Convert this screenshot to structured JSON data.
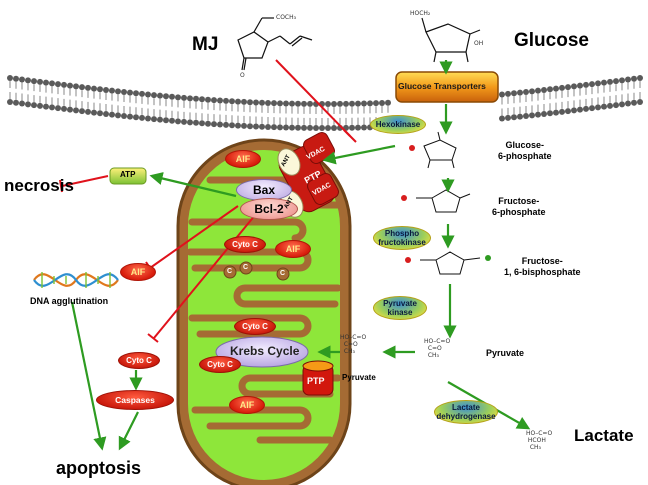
{
  "labels": {
    "mj": "MJ",
    "glucose_title": "Glucose",
    "glucose_transporters": "Glucose Transporters",
    "hexokinase": "Hexokinase",
    "glucose_6_phosphate": "Glucose-\n6-phosphate",
    "fructose_6_phosphate": "Fructose-\n6-phosphate",
    "phospho_fructokinase": "Phospho\nfructokinase",
    "fructose_16_bisphosphate": "Fructose-\n1, 6-bisphosphate",
    "pyruvate_kinase": "Pyruvate\nkinase",
    "pyruvate_right": "Pyruvate",
    "pyruvate_mito": "Pyruvate",
    "lactate_dehydrogenase": "Lactate\ndehydrogenase",
    "lactate": "Lactate",
    "necrosis": "necrosis",
    "atp": "ATP",
    "dna_agglutination": "DNA agglutination",
    "aif": "AIF",
    "cyto_c": "Cyto C",
    "caspases": "Caspases",
    "apoptosis": "apoptosis",
    "bax": "Bax",
    "bcl2": "Bcl-2",
    "vdac": "VDAC",
    "ptp": "PTP",
    "ant": "ANT",
    "krebs_cycle": "Krebs Cycle",
    "c": "C"
  },
  "molecule_text": {
    "mj_cooch3": "COCH₃",
    "mj_o": "O",
    "glucose_hoch2": "HOCH₂",
    "glucose_oh": "OH",
    "pyruvate_struct": "HO–C=O\n  C=O\n  CH₃",
    "lactate_struct": "HO–C=O\n HCOH\n  CH₃"
  },
  "colors": {
    "arrow_green": "#2e9b21",
    "inhibit_red": "#e0121c",
    "mito_outer": "#8a5a2c",
    "mito_inner": "#8ee63a",
    "aif_red": "#e82a17"
  }
}
